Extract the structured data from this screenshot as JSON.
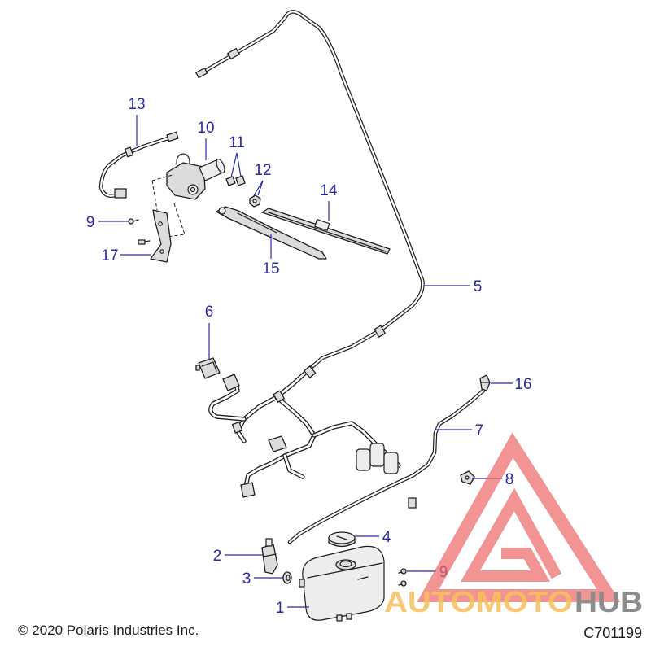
{
  "callouts": [
    "13",
    "10",
    "11",
    "12",
    "14",
    "9",
    "17",
    "15",
    "5",
    "6",
    "16",
    "7",
    "8",
    "4",
    "2",
    "3",
    "9",
    "1"
  ],
  "footer": {
    "copyright": "© 2020 Polaris Industries Inc.",
    "diagram_id": "C701199"
  },
  "watermark": {
    "text_primary": "AUTOMOTO",
    "text_secondary": "HUB"
  },
  "colors": {
    "callout": "#2b2ba8",
    "watermark_mark": "#ee6b6b",
    "watermark_text_primary": "#f6bf5c",
    "watermark_text_secondary": "#8c8c8c"
  }
}
